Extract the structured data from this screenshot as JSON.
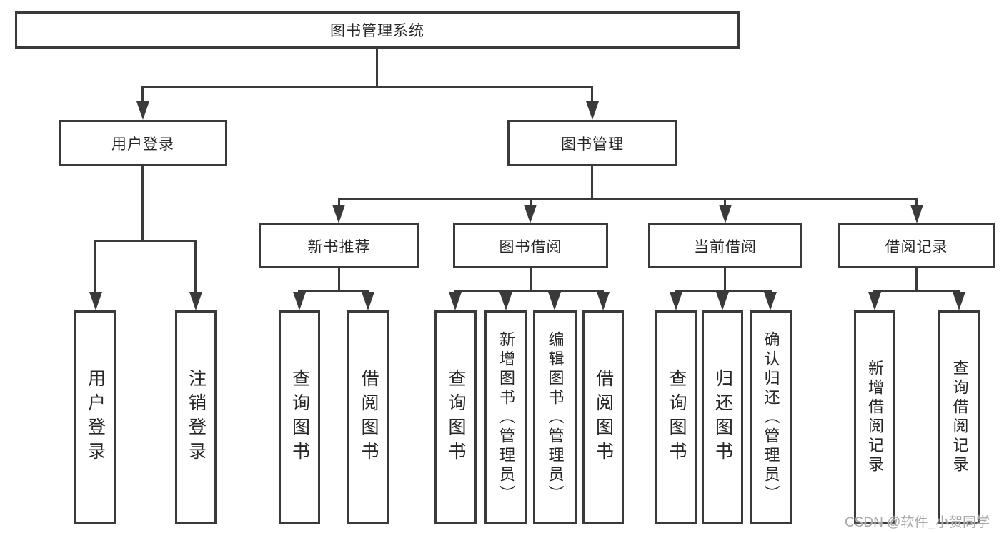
{
  "diagram": {
    "root": {
      "label": "图书管理系统"
    },
    "branches": [
      {
        "label": "用户登录",
        "children": [
          {
            "label": "用户登录"
          },
          {
            "label": "注销登录"
          }
        ]
      },
      {
        "label": "图书管理",
        "children": [
          {
            "label": "新书推荐",
            "children": [
              {
                "label": "查询图书"
              },
              {
                "label": "借阅图书"
              }
            ]
          },
          {
            "label": "图书借阅",
            "children": [
              {
                "label": "查询图书"
              },
              {
                "label": "新增图书（管理员）"
              },
              {
                "label": "编辑图书（管理员）"
              },
              {
                "label": "借阅图书"
              }
            ]
          },
          {
            "label": "当前借阅",
            "children": [
              {
                "label": "查询图书"
              },
              {
                "label": "归还图书"
              },
              {
                "label": "确认归还（管理员）"
              }
            ]
          },
          {
            "label": "借阅记录",
            "children": [
              {
                "label": "新增借阅记录"
              },
              {
                "label": "查询借阅记录"
              }
            ]
          }
        ]
      }
    ]
  },
  "watermark": {
    "text": "CSDN @软件_小贺同学"
  },
  "colors": {
    "line": "#3a3a3a",
    "text": "#262626",
    "background": "#ffffff",
    "watermark": "#a8a8a8"
  }
}
